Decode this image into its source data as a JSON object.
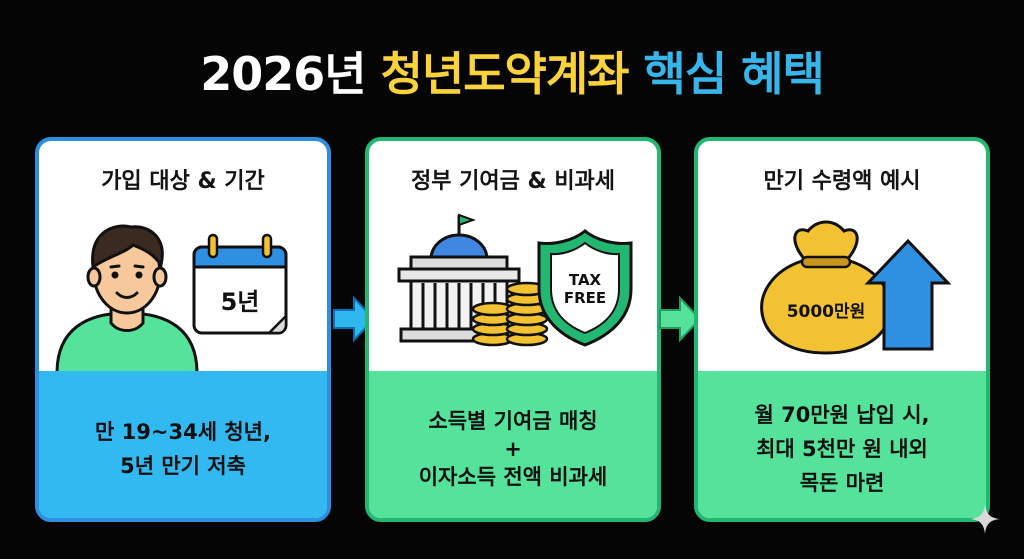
{
  "title": {
    "part1": "2026년",
    "part2": "청년도약계좌",
    "part3": "핵심 혜택"
  },
  "cards": [
    {
      "heading": "가입 대상 & 기간",
      "badge": "5년",
      "lines": [
        "만 19~34세 청년,",
        "5년 만기 저축"
      ]
    },
    {
      "heading": "정부 기여금 & 비과세",
      "shield_line1": "TAX",
      "shield_line2": "FREE",
      "lines": [
        "소득별 기여금 매칭",
        "+",
        "이자소득 전액 비과세"
      ]
    },
    {
      "heading": "만기 수령액 예시",
      "bag_label": "5000만원",
      "lines": [
        "월 70만원 납입 시,",
        "최대 5천만 원 내외",
        "목돈 마련"
      ]
    }
  ],
  "colors": {
    "background": "#050505",
    "title_yellow": "#f9d23c",
    "title_blue": "#36b6ea",
    "card1_border": "#2d8fe0",
    "card1_bottom": "#33b9f1",
    "card_green_border": "#23b872",
    "card_green_bottom": "#55e39b",
    "arrow": "#2fb8ef"
  },
  "icons": [
    "person-icon",
    "calendar-icon",
    "bank-building-icon",
    "coin-stack-icon",
    "tax-free-shield-icon",
    "money-bag-icon",
    "up-arrow-icon",
    "right-arrow-icon",
    "sparkle-icon"
  ]
}
